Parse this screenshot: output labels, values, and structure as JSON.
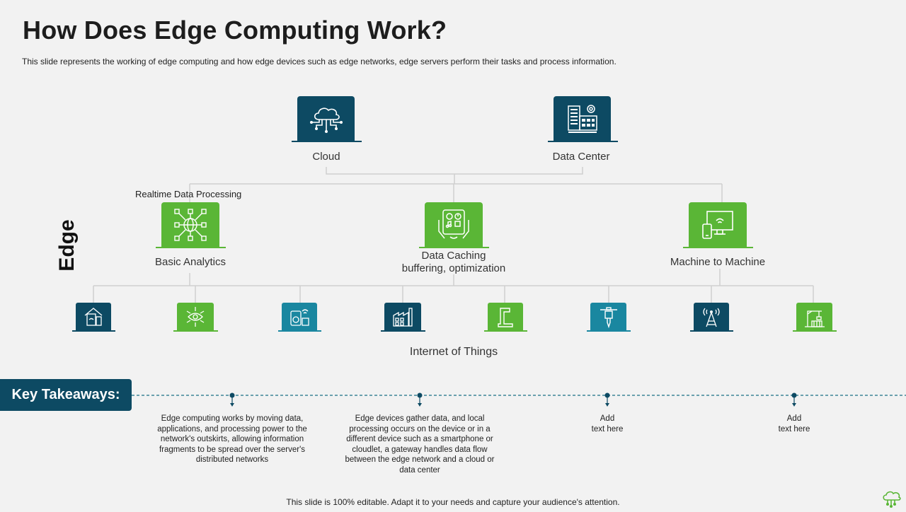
{
  "title": "How Does Edge Computing Work?",
  "subtitle": "This slide represents the working of edge computing and how edge devices such as edge networks, edge servers  perform their tasks and process information.",
  "colors": {
    "dark_blue": "#0d4a63",
    "teal": "#1a87a0",
    "green": "#5ab636",
    "line": "#c8c8c8"
  },
  "top_nodes": [
    {
      "label": "Cloud",
      "icon": "cloud-network-icon"
    },
    {
      "label": "Data Center",
      "icon": "server-gear-icon"
    }
  ],
  "edge_side_label": "Edge",
  "realtime_label": "Realtime Data Processing",
  "edge_nodes": [
    {
      "label": "Basic Analytics",
      "icon": "network-globe-icon"
    },
    {
      "label_line1": "Data Caching",
      "label_line2": "buffering, optimization",
      "icon": "tablet-hands-icon"
    },
    {
      "label": "Machine to Machine",
      "icon": "monitor-phone-icon"
    }
  ],
  "iot_devices": [
    {
      "icon": "smart-home-device-icon"
    },
    {
      "icon": "eye-network-icon"
    },
    {
      "icon": "smart-speaker-icon"
    },
    {
      "icon": "factory-icon"
    },
    {
      "icon": "machine-tool-icon"
    },
    {
      "icon": "jackhammer-icon"
    },
    {
      "icon": "radio-tower-icon"
    },
    {
      "icon": "crane-icon"
    }
  ],
  "iot_label": "Internet of Things",
  "takeaways": {
    "heading": "Key Takeaways:",
    "items": [
      "Edge computing works by moving data, applications, and processing power to the network's outskirts, allowing information fragments to be spread over the server's distributed networks",
      "Edge devices gather data, and local processing occurs on the device or in a different device such as a smartphone or cloudlet, a gateway handles data flow between the edge network and a cloud or data center",
      "Add\ntext here",
      "Add\ntext here"
    ]
  },
  "footer": "This slide is 100% editable. Adapt it to your needs and capture your audience's attention."
}
